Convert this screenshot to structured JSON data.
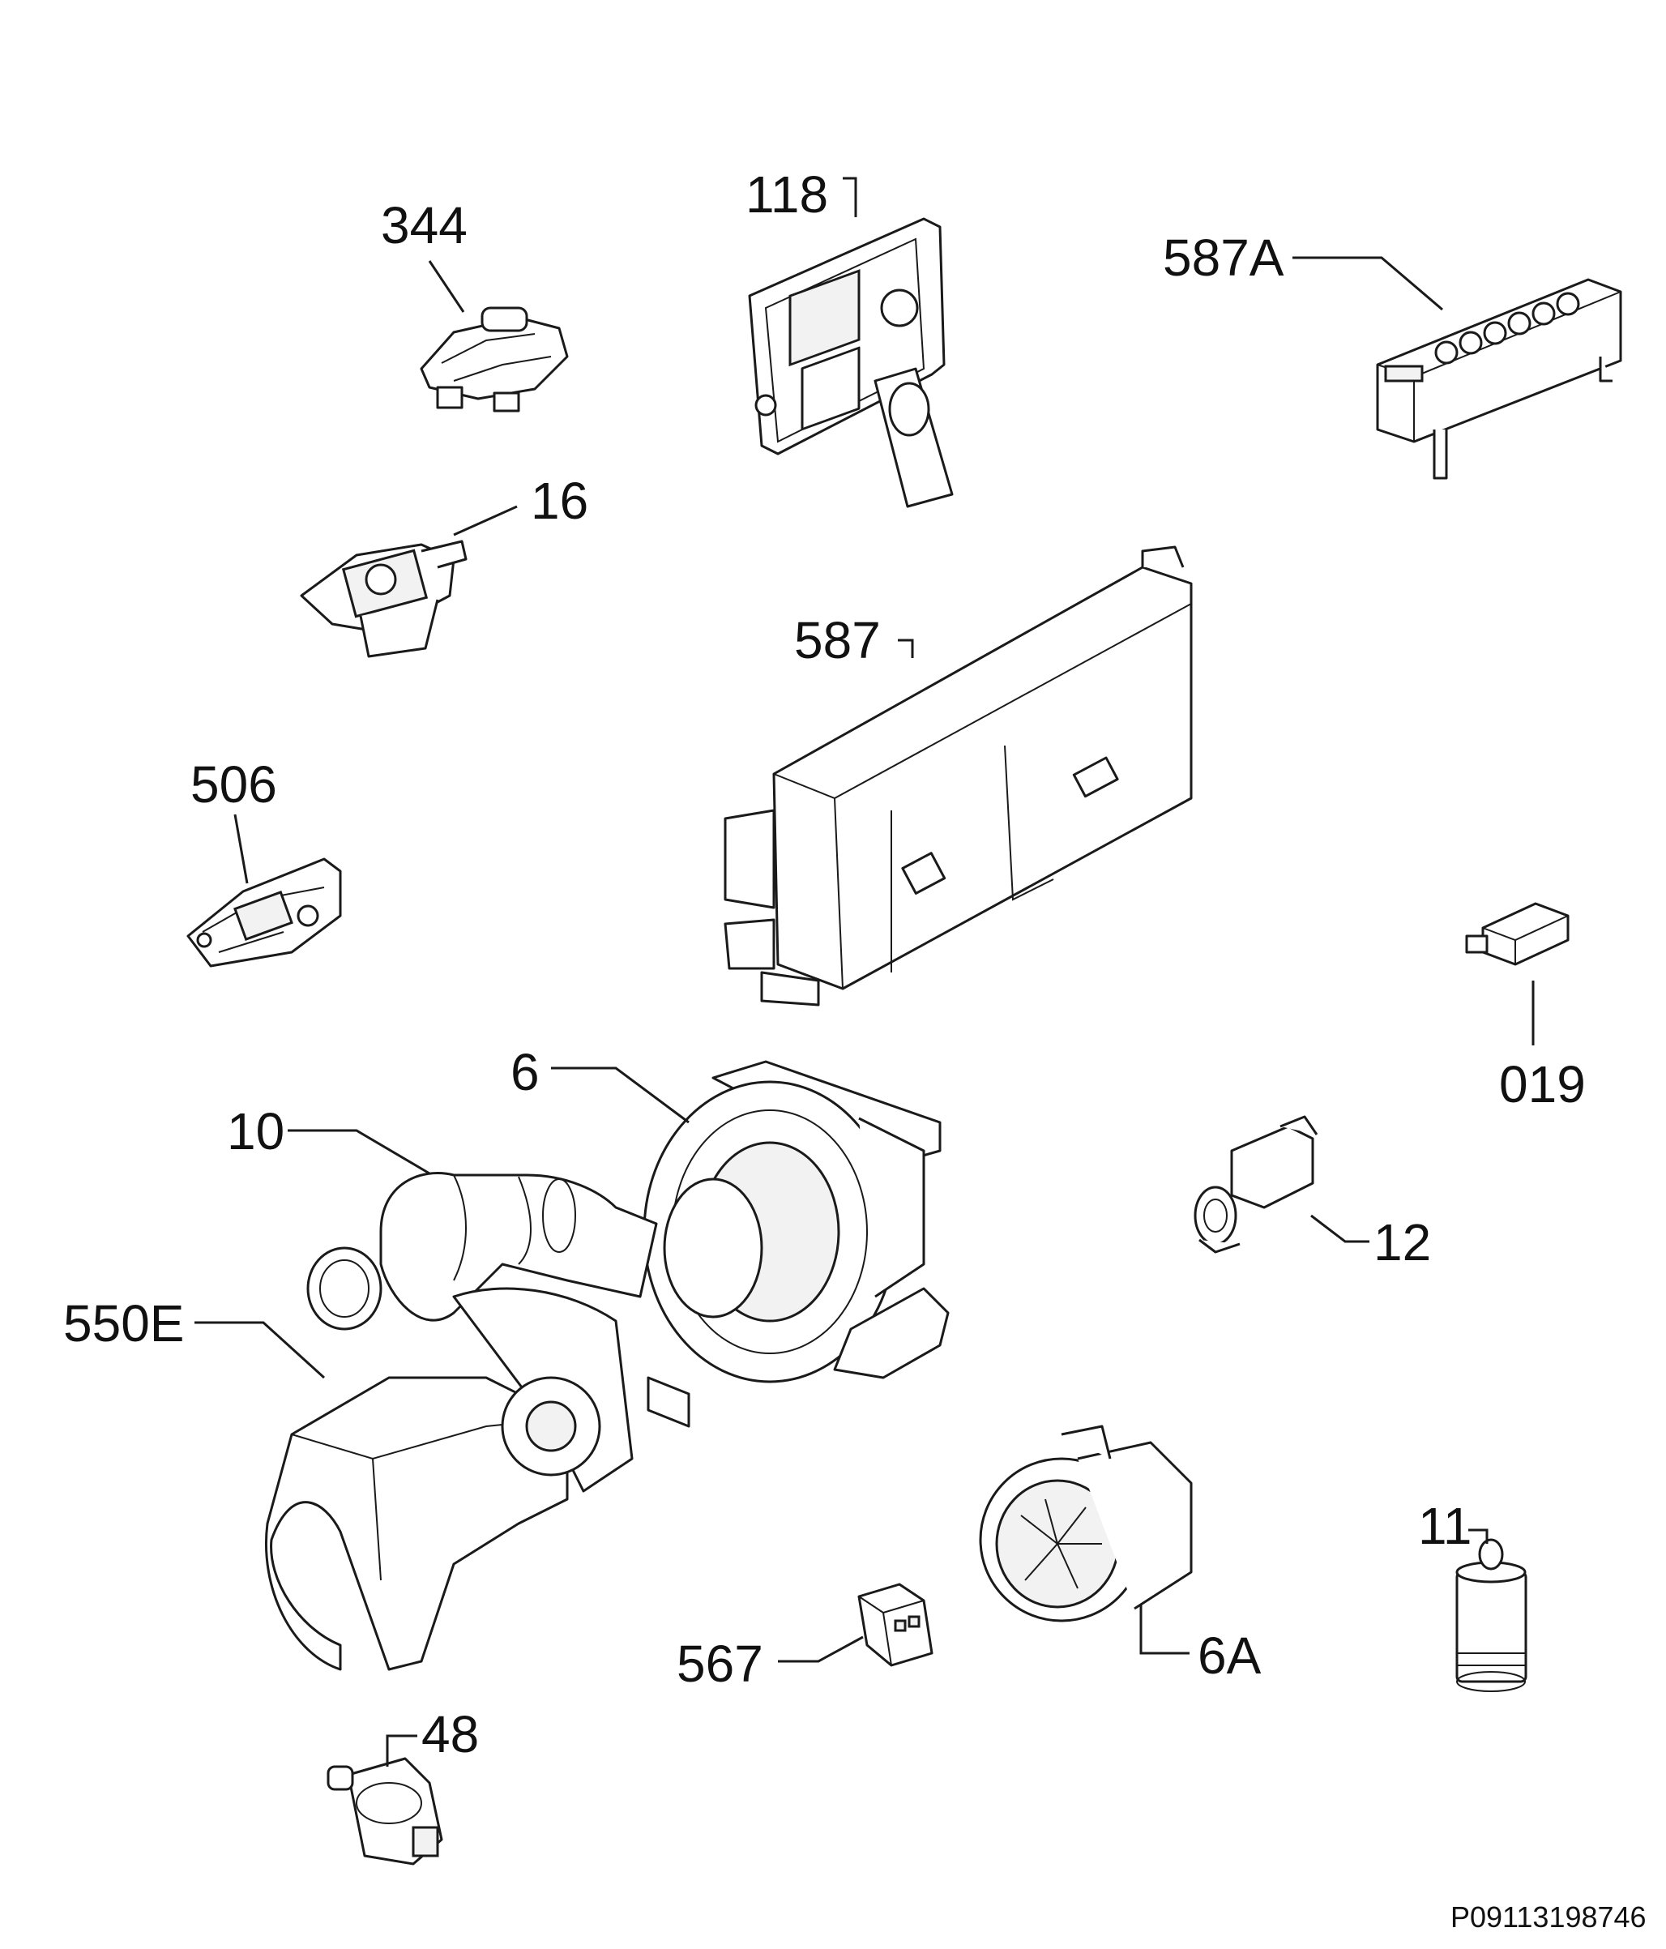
{
  "diagram": {
    "background": "#ffffff",
    "line_color": "#1a1a1a",
    "document_id": "P09113198746",
    "parts": [
      {
        "id": "p344",
        "label": "344",
        "icon": "dispenser-latch"
      },
      {
        "id": "p118",
        "label": "118",
        "icon": "detergent-dispenser"
      },
      {
        "id": "p587A",
        "label": "587A",
        "icon": "control-panel-board"
      },
      {
        "id": "p16",
        "label": "16",
        "icon": "door-lock"
      },
      {
        "id": "p587",
        "label": "587",
        "icon": "main-electronic-board"
      },
      {
        "id": "p506",
        "label": "506",
        "icon": "door-switch"
      },
      {
        "id": "p019",
        "label": "019",
        "icon": "connector"
      },
      {
        "id": "p6",
        "label": "6",
        "icon": "circulation-pump-heater"
      },
      {
        "id": "p10",
        "label": "10",
        "icon": "pump-hose"
      },
      {
        "id": "p12",
        "label": "12",
        "icon": "water-valve"
      },
      {
        "id": "p550E",
        "label": "550E",
        "icon": "pump-housing"
      },
      {
        "id": "p11",
        "label": "11",
        "icon": "capacitor"
      },
      {
        "id": "p6A",
        "label": "6A",
        "icon": "drain-pump"
      },
      {
        "id": "p567",
        "label": "567",
        "icon": "terminal-block"
      },
      {
        "id": "p48",
        "label": "48",
        "icon": "pressure-sensor"
      }
    ]
  }
}
